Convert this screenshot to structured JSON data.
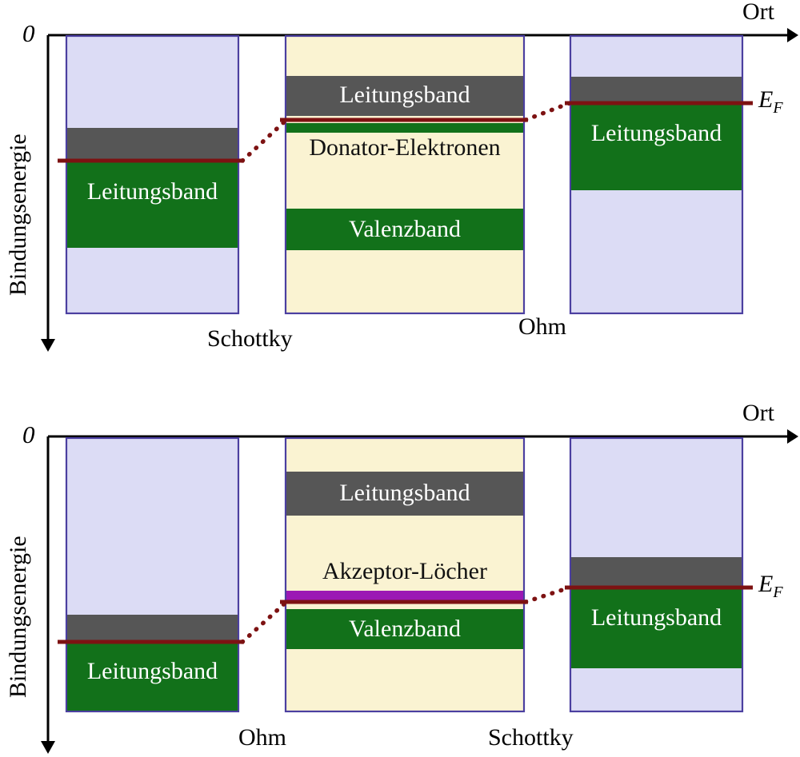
{
  "figure": {
    "type": "diagram",
    "description": "Zwei Banddiagramme (Bindungsenergie gegen Ort) fuer Metall-Halbleiter-Metall Kontakte",
    "colors": {
      "metal_fill": "#dcdcf5",
      "semiconductor_fill": "#faf3d2",
      "box_border": "#4b3fa0",
      "gray_band": "#565656",
      "green_band": "#12711a",
      "acceptor_band": "#9b18b4",
      "fermi_line": "#7d1212",
      "axis": "#000000"
    }
  },
  "panels": [
    {
      "id": "n-type",
      "axes": {
        "x_label": "Ort",
        "y_label": "Bindungsenergie",
        "origin_label": "0",
        "fermi_label": "E",
        "fermi_label_sub": "F"
      },
      "regions": [
        {
          "id": "left-metal",
          "kind": "metal",
          "band_label": "Leitungsband"
        },
        {
          "id": "middle-semiconductor",
          "kind": "semiconductor",
          "conduction_label": "Leitungsband",
          "donor_label": "Donator-Elektronen",
          "valence_label": "Valenzband"
        },
        {
          "id": "right-metal",
          "kind": "metal",
          "band_label": "Leitungsband"
        }
      ],
      "contacts": [
        {
          "id": "left-contact",
          "label": "Schottky"
        },
        {
          "id": "right-contact",
          "label": "Ohm"
        }
      ]
    },
    {
      "id": "p-type",
      "axes": {
        "x_label": "Ort",
        "y_label": "Bindungsenergie",
        "origin_label": "0",
        "fermi_label": "E",
        "fermi_label_sub": "F"
      },
      "regions": [
        {
          "id": "left-metal",
          "kind": "metal",
          "band_label": "Leitungsband"
        },
        {
          "id": "middle-semiconductor",
          "kind": "semiconductor",
          "conduction_label": "Leitungsband",
          "acceptor_label": "Akzeptor-Löcher",
          "valence_label": "Valenzband"
        },
        {
          "id": "right-metal",
          "kind": "metal",
          "band_label": "Leitungsband"
        }
      ],
      "contacts": [
        {
          "id": "left-contact",
          "label": "Ohm"
        },
        {
          "id": "right-contact",
          "label": "Schottky"
        }
      ]
    }
  ]
}
